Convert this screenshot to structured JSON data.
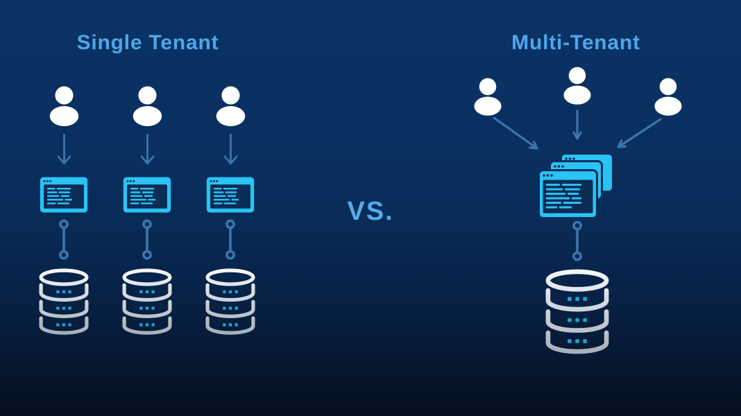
{
  "diagram": {
    "left_panel": {
      "title": "Single Tenant",
      "column_count": 3,
      "column_structure": [
        "user-icon",
        "arrow-down-icon",
        "app-window-icon",
        "connector-icon",
        "database-icon"
      ]
    },
    "center": {
      "vs_label": "VS."
    },
    "right_panel": {
      "title": "Multi-Tenant",
      "user_count": 3,
      "structure": [
        "user-icon",
        "arrow-down-icon",
        "stacked-windows-icon",
        "connector-icon",
        "database-icon"
      ]
    }
  },
  "colors": {
    "background_top": "#0a3264",
    "background_bottom": "#050e1e",
    "heading_blue": "#4da7e9",
    "arrow_blue": "#3d74ab",
    "window_cyan": "#29c3f4",
    "window_inner_navy": "#0b2c55",
    "database_silver_light": "#f5f7f9",
    "database_silver_dark": "#a6afb9",
    "database_dot_teal": "#1aa7cd",
    "user_white": "#ffffff"
  }
}
